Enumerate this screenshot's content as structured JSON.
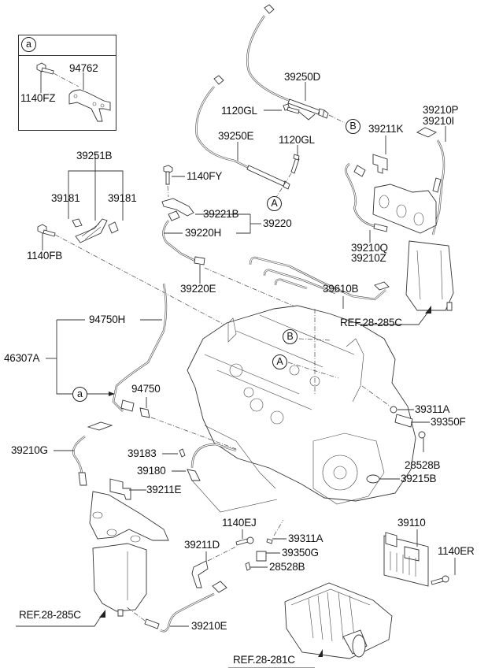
{
  "diagram": {
    "title": "Engine Control / Sensors Exploded Parts Diagram",
    "inset": {
      "marker": "a",
      "parts": [
        "94762",
        "1140FZ"
      ]
    },
    "labels": {
      "p94762": "94762",
      "p1140FZ": "1140FZ",
      "p39250D": "39250D",
      "p1120GL_a": "1120GL",
      "p39250E": "39250E",
      "p1120GL_b": "1120GL",
      "p39210P": "39210P",
      "p39210I": "39210I",
      "p39211K": "39211K",
      "p39251B": "39251B",
      "p39181_a": "39181",
      "p39181_b": "39181",
      "p1140FB": "1140FB",
      "p1140FY": "1140FY",
      "p39221B": "39221B",
      "p39220H": "39220H",
      "p39220": "39220",
      "p39220E": "39220E",
      "p39210Q": "39210Q",
      "p39210Z": "39210Z",
      "p39610B": "39610B",
      "ref_285C_top": "REF.28-285C",
      "p94750H": "94750H",
      "p46307A": "46307A",
      "p94750": "94750",
      "p39311A_a": "39311A",
      "p39350F": "39350F",
      "p28528B_a": "28528B",
      "p39215B": "39215B",
      "p39210G": "39210G",
      "p39183": "39183",
      "p39180": "39180",
      "p39211E": "39211E",
      "p1140EJ": "1140EJ",
      "p39211D": "39211D",
      "p39311A_b": "39311A",
      "p39350G": "39350G",
      "p28528B_b": "28528B",
      "p39110": "39110",
      "p1140ER": "1140ER",
      "ref_285C_bottom": "REF.28-285C",
      "p39210E": "39210E",
      "ref_281C": "REF.28-281C"
    },
    "markers": {
      "a_inset": "a",
      "a_harness": "a",
      "A_sensor": "A",
      "B_sensor": "B",
      "A_engine": "A",
      "B_engine": "B"
    }
  }
}
